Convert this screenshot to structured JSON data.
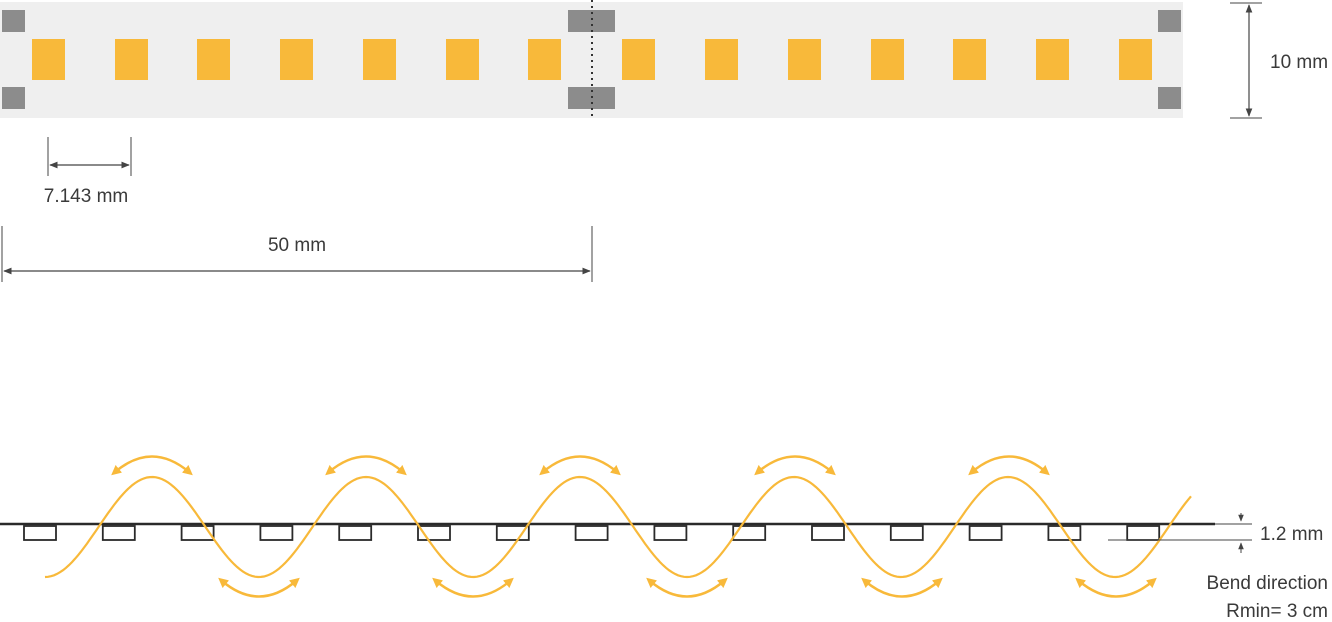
{
  "labels": {
    "width": "10 mm",
    "led_pitch": "7.143 mm",
    "cut_length": "50 mm",
    "thickness": "1.2 mm",
    "bend_direction": "Bend direction",
    "rmin": "Rmin= 3 cm"
  },
  "colors": {
    "strip": "#efefef",
    "led": "#f8b93a",
    "pad": "#8c8c8c",
    "curve": "#f8b93a",
    "dimension": "#444444"
  }
}
